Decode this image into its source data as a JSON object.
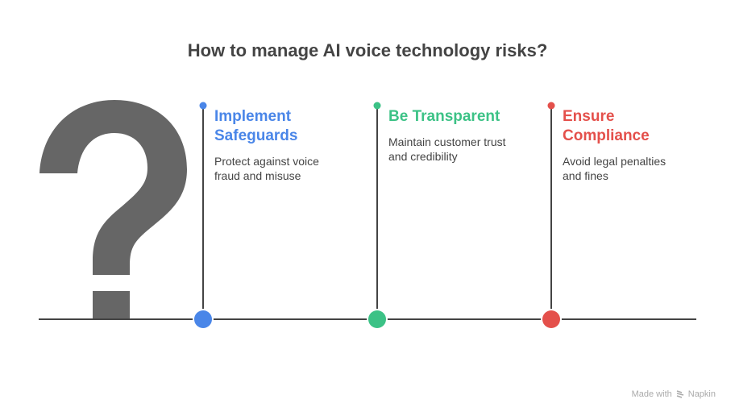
{
  "title": "How to manage AI voice technology risks?",
  "colors": {
    "blue": "#4a86e8",
    "green": "#3cc286",
    "red": "#e4504b",
    "line": "#444444",
    "icon": "#666666"
  },
  "steps": [
    {
      "title_line1": "Implement",
      "title_line2": "Safeguards",
      "desc_line1": "Protect against voice",
      "desc_line2": "fraud and misuse",
      "color": "#4a86e8"
    },
    {
      "title_line1": "Be Transparent",
      "title_line2": "",
      "desc_line1": "Maintain customer trust",
      "desc_line2": "and credibility",
      "color": "#3cc286"
    },
    {
      "title_line1": "Ensure",
      "title_line2": "Compliance",
      "desc_line1": "Avoid legal penalties",
      "desc_line2": "and fines",
      "color": "#e4504b"
    }
  ],
  "footer": {
    "made_with": "Made with",
    "brand": "Napkin"
  }
}
